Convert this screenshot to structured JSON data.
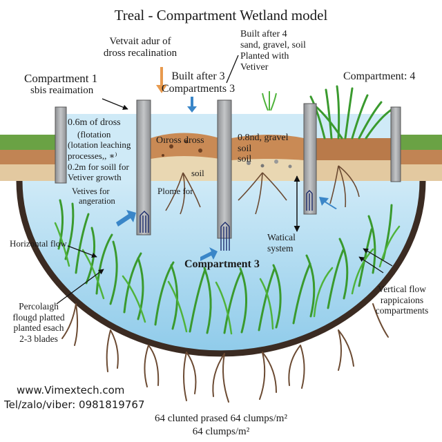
{
  "title": "Treal - Compartment Wetland model",
  "labels": {
    "top_note": [
      "Vetvait adur of",
      "dross recalination"
    ],
    "compartment1_title": "Compartment 1",
    "compartment1_sub": "sbis reaimation",
    "built_after_3": [
      "Built after 3",
      "Compartments 3"
    ],
    "built_after_4": [
      "Built after 4",
      "sand, gravel, soil",
      "Planted with",
      "Vetiver"
    ],
    "compartment4_title": "Compartment: 4",
    "c1_dross_text": [
      "0.6m of dross",
      "(flotation",
      "(lotation leaching",
      "processes,, ∗⁾",
      "0.2m for soill for",
      "Vetiver growth"
    ],
    "c2_dross": "Oıross dross",
    "c2_soil": "soil",
    "c2_plome": "Plome for",
    "c1_vetives": [
      "Vetives for",
      "angeration"
    ],
    "c3_gravel": [
      "0.8nd, gravel",
      "soil",
      "soil"
    ],
    "compartment3_label": "Compartment 3",
    "watical_system": [
      "Watical",
      "system"
    ],
    "horizontal_flow": "Horizontal flow",
    "percolation": [
      "Percolaıgh",
      "flougd platted",
      "planted esach",
      "2-3 blades"
    ],
    "vertical_flow": [
      "Vertical flow",
      "rappicaions",
      "compartments"
    ],
    "website": "www.Vimextech.com",
    "phone": "Tel/zalo/viber: 0981819767",
    "bottom_line1": "64 clunted prased 64 clumps/m²",
    "bottom_line2": "64 clumps/m²"
  },
  "colors": {
    "water": "#9fd3ee",
    "water_deep": "#7cc0e4",
    "basin_liner": "#3b2b22",
    "soil_brown": "#b9784a",
    "sand": "#e8d6b0",
    "grass": "#3a9a2e",
    "root": "#6b4a32",
    "wall": "#a9abad",
    "arrow_blue": "#3a86c8",
    "arrow_orange": "#e89a4e"
  }
}
